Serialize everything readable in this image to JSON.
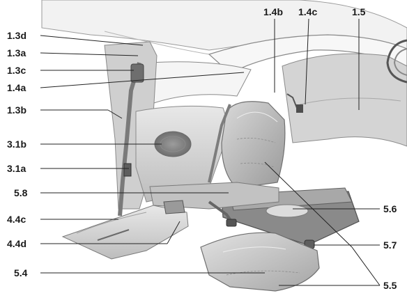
{
  "diagram": {
    "labels": {
      "l_1_3d": "1.3d",
      "l_1_3a": "1.3a",
      "l_1_3c": "1.3c",
      "l_1_4a": "1.4a",
      "l_1_3b": "1.3b",
      "l_3_1b": "3.1b",
      "l_3_1a": "3.1a",
      "l_5_8": "5.8",
      "l_4_4c": "4.4c",
      "l_4_4d": "4.4d",
      "l_5_4": "5.4",
      "l_1_4b": "1.4b",
      "l_1_4c": "1.4c",
      "l_1_5": "1.5",
      "l_5_6": "5.6",
      "l_5_7": "5.7",
      "l_5_5": "5.5"
    }
  }
}
